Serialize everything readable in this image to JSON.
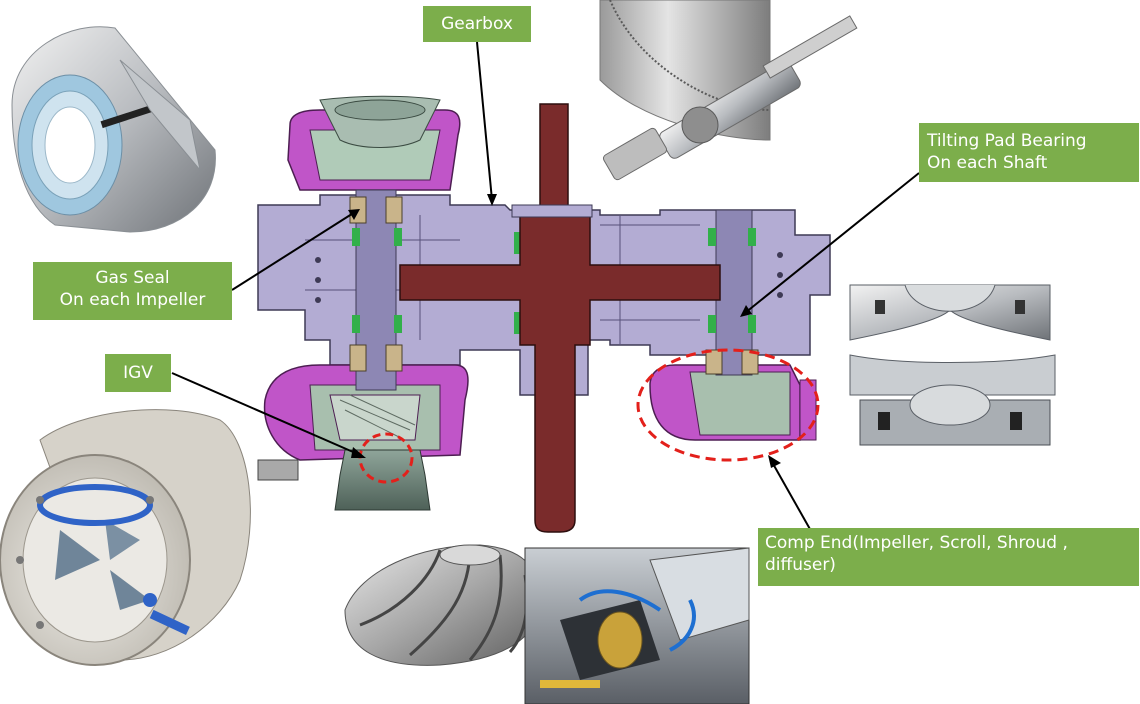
{
  "labels": {
    "gearbox": "Gearbox",
    "tilting_pad": [
      "Tilting Pad Bearing",
      "On each Shaft"
    ],
    "gas_seal": [
      "Gas Seal",
      "On each Impeller"
    ],
    "igv": "IGV",
    "comp_end": [
      "Comp End(Impeller, Scroll, Shroud ,",
      "diffuser)"
    ]
  },
  "colors": {
    "label_bg": "#7cae4b",
    "label_text": "#ffffff",
    "casing": "#b3acd3",
    "scroll": "#c055c8",
    "shaft": "#7a2b2b",
    "seal": "#32b04a",
    "bearing": "#c9b48a",
    "highlight": "#e3201b"
  }
}
